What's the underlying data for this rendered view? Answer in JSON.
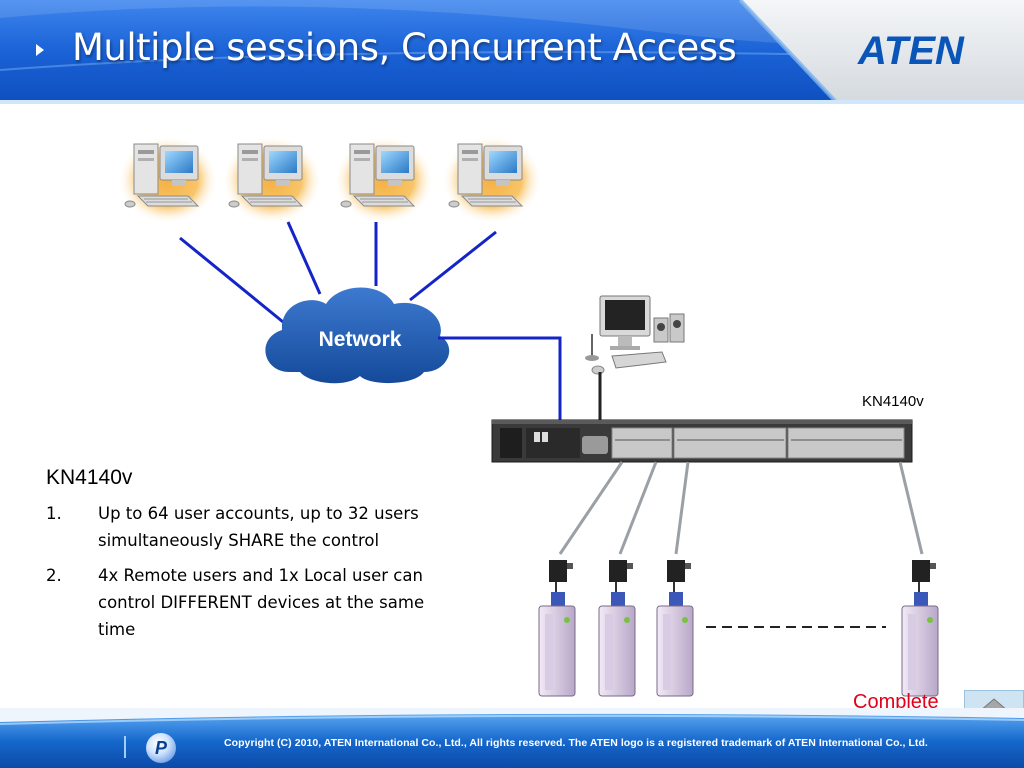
{
  "header": {
    "title": "Multiple sessions, Concurrent Access",
    "logo_text": "ATEN"
  },
  "diagram": {
    "network_label": "Network",
    "switch_label": "KN4140v",
    "remote_pc_count": 4,
    "server_count": 4
  },
  "info": {
    "title": "KN4140v",
    "items": [
      {
        "num": "1.",
        "text": "Up to 64 user accounts, up to 32 users simultaneously SHARE the control"
      },
      {
        "num": "2.",
        "text": "4x Remote users and 1x Local user can control DIFFERENT devices at the same time"
      }
    ]
  },
  "nav": {
    "complete_label": "Complete",
    "home_icon": "home-icon"
  },
  "footer": {
    "logo_letter": "P",
    "copyright": "Copyright (C) 2010, ATEN International Co., Ltd., All rights reserved. The ATEN logo is a registered trademark of ATEN International Co., Ltd."
  },
  "colors": {
    "header_blue": "#1a62d6",
    "link_line": "#1524c8",
    "cloud": "#1f5aa8",
    "complete_red": "#e2001a",
    "footer_blue": "#1668cc"
  }
}
